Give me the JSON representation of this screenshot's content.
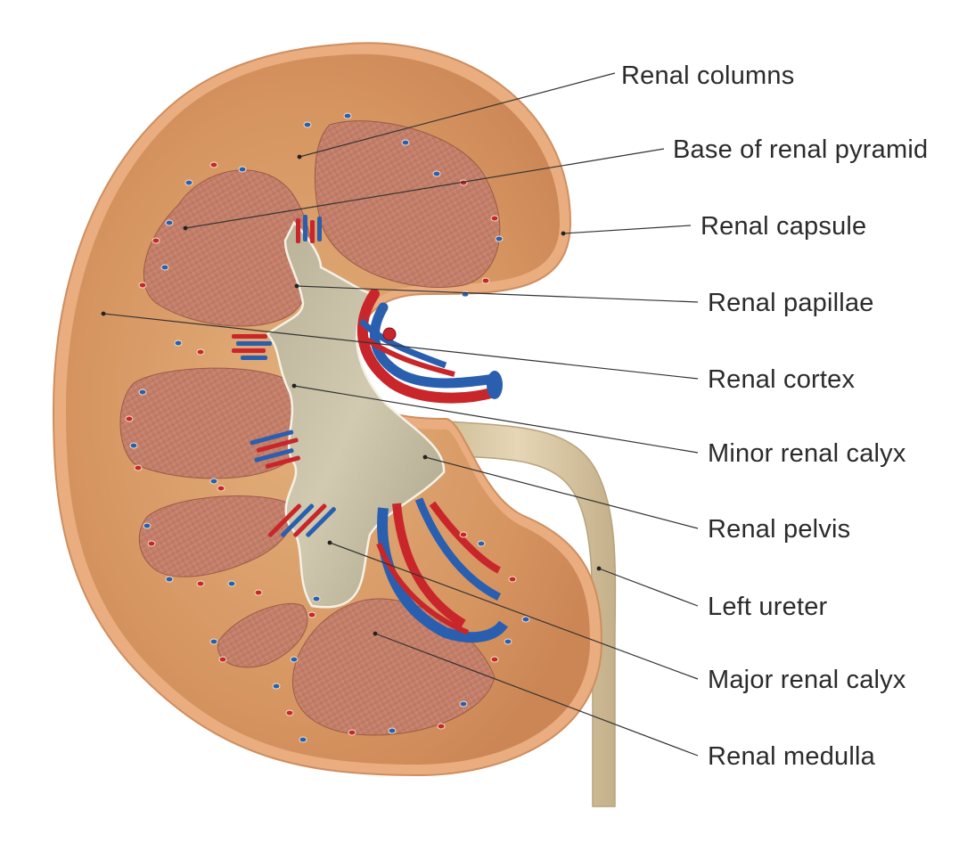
{
  "figure": {
    "labels": [
      {
        "id": "renal-columns",
        "text": "Renal columns"
      },
      {
        "id": "base-of-renal-pyramid",
        "text": "Base of renal pyramid"
      },
      {
        "id": "renal-capsule",
        "text": "Renal capsule"
      },
      {
        "id": "renal-papillae",
        "text": "Renal papillae"
      },
      {
        "id": "renal-cortex",
        "text": "Renal cortex"
      },
      {
        "id": "minor-renal-calyx",
        "text": "Minor renal calyx"
      },
      {
        "id": "renal-pelvis",
        "text": "Renal pelvis"
      },
      {
        "id": "left-ureter",
        "text": "Left ureter"
      },
      {
        "id": "major-renal-calyx",
        "text": "Major renal calyx"
      },
      {
        "id": "renal-medulla",
        "text": "Renal medulla"
      }
    ]
  },
  "colors": {
    "capsule": "#e8a878",
    "cortex": "#d4935e",
    "cortex_light": "#e6b37f",
    "pyramid": "#c7806b",
    "pyramid_stripe": "#b06a58",
    "pelvis": "#c9c2a8",
    "pelvis_dark": "#a79f86",
    "ureter": "#dccaa6",
    "artery": "#c8262b",
    "vein": "#2a5fb0",
    "leader_line": "#333333",
    "label_text": "#2b2b2b"
  }
}
